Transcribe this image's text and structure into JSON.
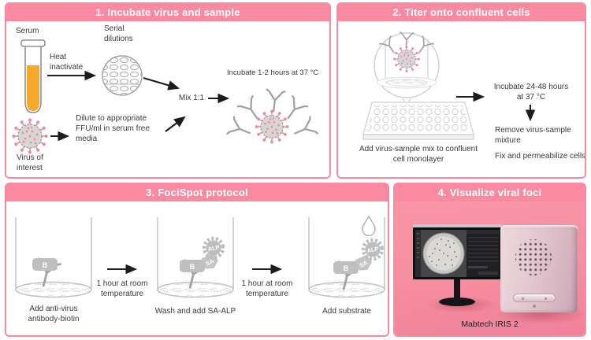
{
  "colors": {
    "accent_pink": "#fb8aa1",
    "serum_orange": "#f6a82b",
    "virus_spike_pink": "#f2879d"
  },
  "panels": {
    "p1": {
      "title": "1. Incubate virus and sample",
      "serum": "Serum",
      "heat": "Heat inactivate",
      "serial": "Serial dilutions",
      "mix": "Mix 1:1",
      "incubate": "Incubate 1-2 hours at 37 °C",
      "dilute": "Dilute to appropriate FFU/ml in serum free media",
      "virus": "Virus of interest"
    },
    "p2": {
      "title": "2. Titer onto confluent cells",
      "caption": "Add virus-sample mix to confluent cell monolayer",
      "incubate_line1": "Incubate 24-48 hours",
      "incubate_line2": "at 37 °C",
      "remove": "Remove virus-sample mixture",
      "fix": "Fix and permeabilize cells"
    },
    "p3": {
      "title": "3. FociSpot protocol",
      "step1": "Add anti-virus antibody-biotin",
      "duration1": "1 hour at room temperature",
      "step2": "Wash and add SA-ALP",
      "duration2": "1 hour at room temperature",
      "step3": "Add substrate",
      "biotin_label": "B",
      "sa_label": "SA",
      "alp_label": "ALP"
    },
    "p4": {
      "title": "4. Visualize viral foci",
      "caption": "Mabtech IRIS 2"
    }
  }
}
